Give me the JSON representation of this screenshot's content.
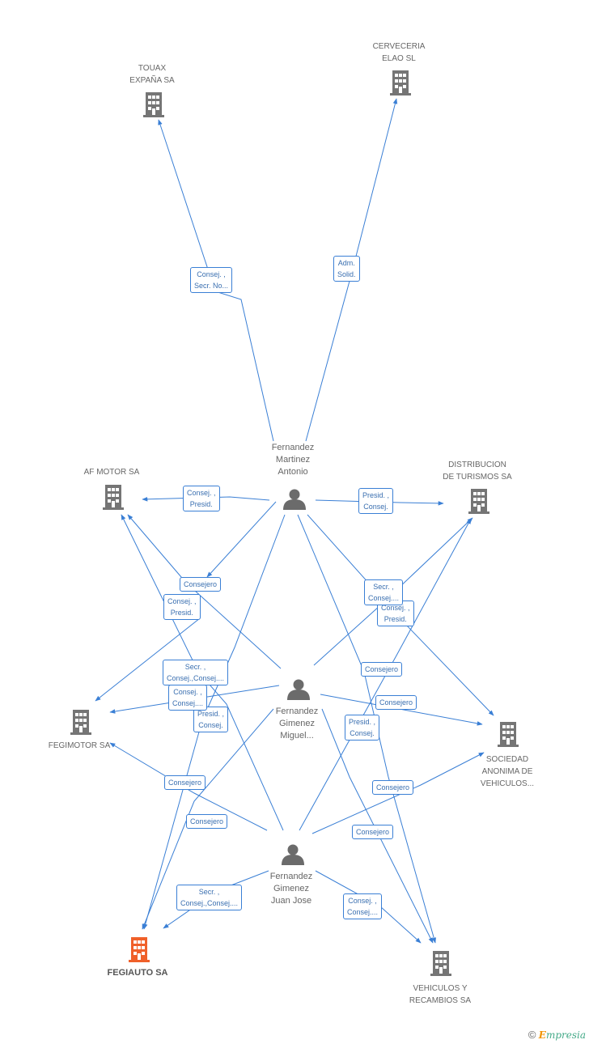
{
  "companies": {
    "touax": [
      "TOUAX",
      "EXPAÑA SA"
    ],
    "cerveceria": [
      "CERVECERIA",
      "ELAO SL"
    ],
    "afmotor": [
      "AF MOTOR SA"
    ],
    "distribucion": [
      "DISTRIBUCION",
      "DE TURISMOS SA"
    ],
    "fegimotor": [
      "FEGIMOTOR SA"
    ],
    "sociedad": [
      "SOCIEDAD",
      "ANONIMA DE",
      "VEHICULOS..."
    ],
    "fegiauto": [
      "FEGIAUTO SA"
    ],
    "vehiculos": [
      "VEHICULOS Y",
      "RECAMBIOS SA"
    ]
  },
  "persons": {
    "antonio": [
      "Fernandez",
      "Martinez",
      "Antonio"
    ],
    "miguel": [
      "Fernandez",
      "Gimenez",
      "Miguel..."
    ],
    "juanjose": [
      "Fernandez",
      "Gimenez",
      "Juan Jose"
    ]
  },
  "relations": [
    [
      "Consej. ,",
      "Secr. No..."
    ],
    [
      "Adm.",
      "Solid."
    ],
    [
      "Consej. ,",
      "Presid."
    ],
    [
      "Presid. ,",
      "Consej."
    ],
    [
      "Consejero"
    ],
    [
      "Consej. ,",
      "Presid."
    ],
    [
      "Secr. ,",
      "Consej...."
    ],
    [
      "Consej. ,",
      "Presid."
    ],
    [
      "Secr. ,",
      "Consej.,Consej...."
    ],
    [
      "Consej. ,",
      "Consej...."
    ],
    [
      "Presid. ,",
      "Consej."
    ],
    [
      "Consejero"
    ],
    [
      "Consejero"
    ],
    [
      "Presid. ,",
      "Consej."
    ],
    [
      "Consejero"
    ],
    [
      "Consejero"
    ],
    [
      "Consejero"
    ],
    [
      "Consejero"
    ],
    [
      "Secr. ,",
      "Consej.,Consej...."
    ],
    [
      "Consej. ,",
      "Consej...."
    ]
  ],
  "footer": {
    "copyright": "©",
    "brand_initial": "E",
    "brand_rest": "mpresia"
  },
  "colors": {
    "edge": "#3a7fd5",
    "building": "#757575",
    "highlight": "#f0602a",
    "person": "#6b6b6b"
  }
}
